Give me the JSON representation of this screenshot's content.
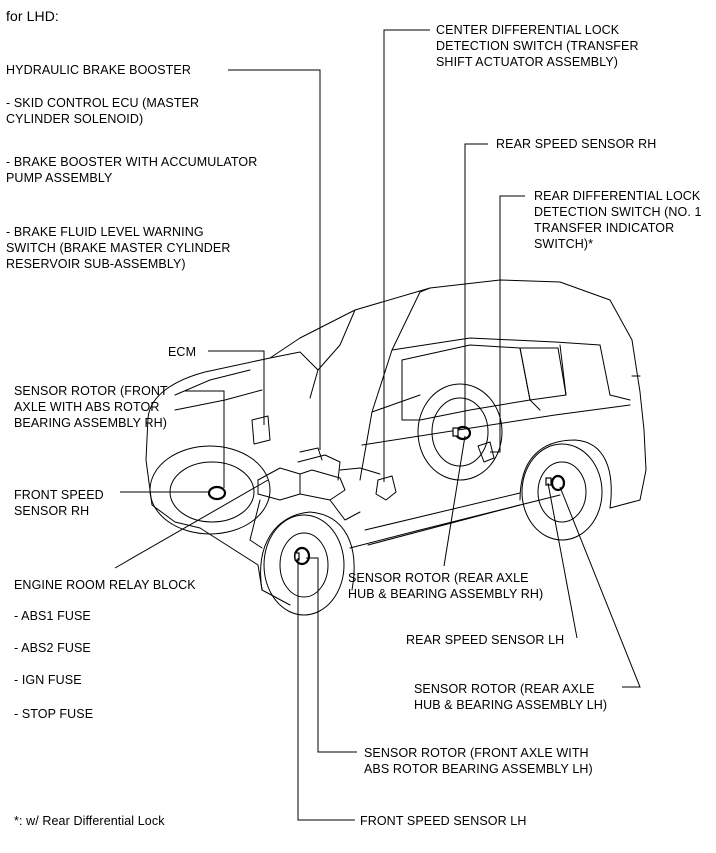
{
  "header": "for LHD:",
  "labels": {
    "hydraulic_brake_booster": "HYDRAULIC BRAKE BOOSTER",
    "skid_control_ecu": [
      "- SKID CONTROL ECU (MASTER",
      "CYLINDER SOLENOID)"
    ],
    "brake_booster_accumulator": [
      "- BRAKE BOOSTER WITH ACCUMULATOR",
      "PUMP ASSEMBLY"
    ],
    "brake_fluid_level_switch": [
      "- BRAKE FLUID LEVEL WARNING",
      "SWITCH (BRAKE MASTER CYLINDER",
      "RESERVOIR SUB-ASSEMBLY)"
    ],
    "ecm": "ECM",
    "sensor_rotor_front_rh": [
      "SENSOR ROTOR (FRONT",
      "AXLE WITH ABS ROTOR",
      "BEARING ASSEMBLY RH)"
    ],
    "front_speed_sensor_rh": [
      "FRONT SPEED",
      "SENSOR RH"
    ],
    "engine_room_relay_block": "ENGINE ROOM RELAY BLOCK",
    "abs1_fuse": "- ABS1 FUSE",
    "abs2_fuse": "- ABS2 FUSE",
    "ign_fuse": "- IGN FUSE",
    "stop_fuse": "- STOP FUSE",
    "footnote": "*: w/ Rear Differential Lock",
    "center_diff_lock_switch": [
      "CENTER DIFFERENTIAL LOCK",
      "DETECTION SWITCH (TRANSFER",
      "SHIFT ACTUATOR ASSEMBLY)"
    ],
    "rear_speed_sensor_rh": "REAR SPEED SENSOR RH",
    "rear_diff_lock_switch": [
      "REAR DIFFERENTIAL LOCK",
      "DETECTION SWITCH (NO. 1",
      "TRANSFER INDICATOR",
      "SWITCH)*"
    ],
    "sensor_rotor_rear_rh": [
      "SENSOR ROTOR (REAR AXLE",
      "HUB & BEARING ASSEMBLY RH)"
    ],
    "rear_speed_sensor_lh": "REAR SPEED SENSOR LH",
    "sensor_rotor_rear_lh": [
      "SENSOR ROTOR (REAR AXLE",
      "HUB & BEARING ASSEMBLY LH)"
    ],
    "sensor_rotor_front_lh": [
      "SENSOR ROTOR (FRONT AXLE WITH",
      "ABS ROTOR BEARING ASSEMBLY LH)"
    ],
    "front_speed_sensor_lh": "FRONT SPEED SENSOR LH"
  }
}
